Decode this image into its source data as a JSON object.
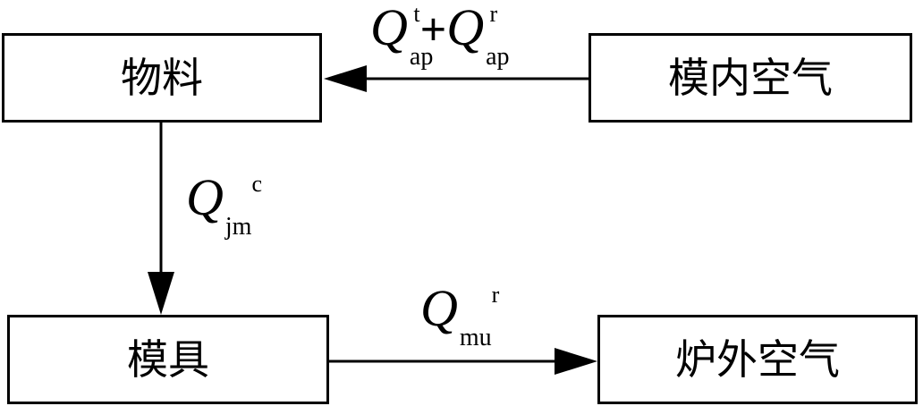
{
  "nodes": {
    "material": "物料",
    "mold_air": "模内空气",
    "mold": "模具",
    "furnace_air": "炉外空气"
  },
  "flows": {
    "top": {
      "term1": {
        "symbol": "Q",
        "sub": "ap",
        "sup": "t"
      },
      "operator": "+",
      "term2": {
        "symbol": "Q",
        "sub": "ap",
        "sup": "r"
      }
    },
    "left": {
      "symbol": "Q",
      "sub": "jm",
      "sup": "c"
    },
    "bottom": {
      "symbol": "Q",
      "sub": "mu",
      "sup": "r"
    }
  },
  "colors": {
    "stroke": "#000000",
    "background": "#ffffff"
  }
}
